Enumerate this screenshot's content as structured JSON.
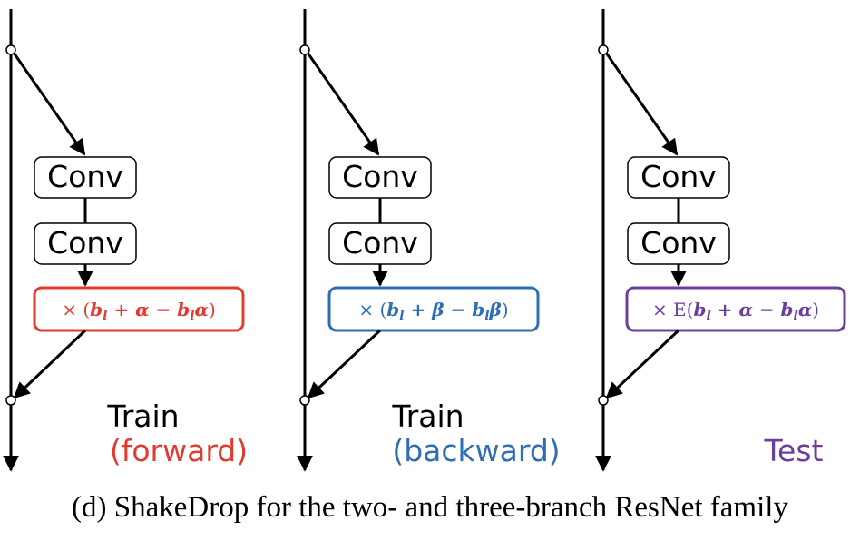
{
  "conv_label": "Conv",
  "panels": [
    {
      "id": "forward",
      "formula": {
        "prefix": "× (",
        "b": "b",
        "l1": "l",
        "op1": " + ",
        "g": "α",
        "op2": " − ",
        "b2": "b",
        "l2": "l",
        "g2": "α",
        "suffix": ")"
      },
      "color": "#e23b2e",
      "label_line1": "Train",
      "label_line2": "(forward)"
    },
    {
      "id": "backward",
      "formula": {
        "prefix": "× (",
        "b": "b",
        "l1": "l",
        "op1": " + ",
        "g": "β",
        "op2": " − ",
        "b2": "b",
        "l2": "l",
        "g2": "β",
        "suffix": ")"
      },
      "color": "#2f6db5",
      "label_line1": "Train",
      "label_line2": "(backward)"
    },
    {
      "id": "test",
      "formula": {
        "prefix": "× E(",
        "b": "b",
        "l1": "l",
        "op1": " + ",
        "g": "α",
        "op2": " − ",
        "b2": "b",
        "l2": "l",
        "g2": "α",
        "suffix": ")"
      },
      "color": "#6b3fa0",
      "label_line1": "",
      "label_line2": "Test"
    }
  ],
  "caption": "(d) ShakeDrop for the two- and three-branch ResNet family"
}
